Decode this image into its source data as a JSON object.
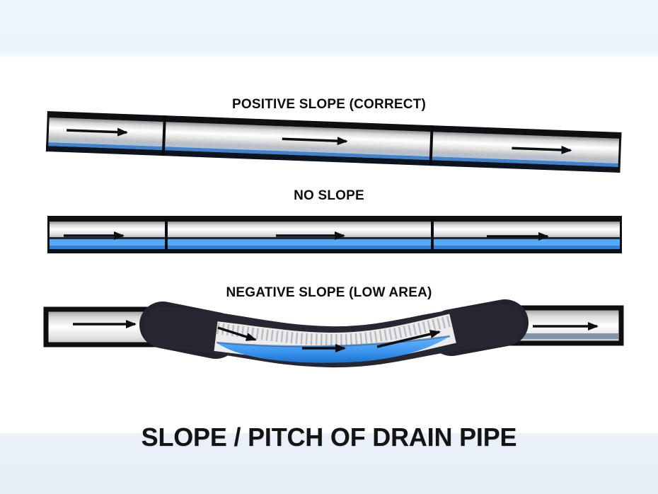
{
  "title": "SLOPE / PITCH OF DRAIN PIPE",
  "sections": [
    {
      "id": "positive-slope",
      "label": "POSITIVE SLOPE (CORRECT)",
      "pipe_shape": "straight pipe sloping down to the right",
      "water_level": "thin water stream along pipe bottom",
      "segments": 3,
      "flow_arrows": 3,
      "flow_direction": "right"
    },
    {
      "id": "no-slope",
      "label": "NO SLOPE",
      "pipe_shape": "straight level pipe",
      "water_level": "deep standing water along pipe bottom",
      "segments": 3,
      "flow_arrows": 3,
      "flow_direction": "right"
    },
    {
      "id": "negative-slope",
      "label": "NEGATIVE SLOPE (LOW AREA)",
      "pipe_shape": "pipe sagging in the middle between two level end pipes",
      "water_level": "water pooled in the low sagging area",
      "segments": 3,
      "flow_arrows": 5,
      "flow_direction": "right"
    }
  ],
  "icons": {
    "flow_arrow": "→"
  },
  "colors": {
    "top_band": "#edf4fb",
    "bottom_band": "#e6eef8",
    "canvas": "#ffffff",
    "pipe_border_black": "#0f0f13",
    "pipe_metal_highlight": "#ffffff",
    "pipe_metal_shadow": "#8e8e8e",
    "water_blue_bright": "#55aaf7",
    "water_blue_deep": "#1e72cf",
    "thin_water_line": "#3f83cf",
    "rubber_sleeve_dark": "#262730",
    "heading_text": "#0d0d0f",
    "title_text": "#141414"
  }
}
